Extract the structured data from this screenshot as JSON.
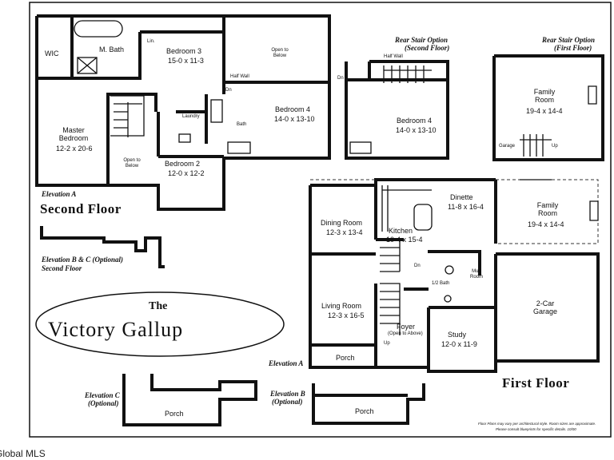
{
  "logo": {
    "the": "The",
    "name": "Victory Gallup"
  },
  "floors": {
    "second": "Second Floor",
    "first": "First Floor"
  },
  "rooms": {
    "wic": "WIC",
    "m_bath": "M. Bath",
    "lin": "Lin.",
    "bedroom3": "Bedroom 3",
    "bedroom3_size": "15-0 x 11-3",
    "open_below": "Open to Below",
    "master": "Master Bedroom",
    "master_size": "12-2 x 20-6",
    "laundry": "Laundry",
    "bath": "Bath",
    "bedroom4": "Bedroom 4",
    "bedroom4_size": "14-0 x 13-10",
    "bedroom2": "Bedroom 2",
    "bedroom2_size": "12-0 x 12-2",
    "half_wall": "Half Wall",
    "dn": "Dn",
    "up": "Up",
    "dining": "Dining Room",
    "dining_size": "12-3 x 13-4",
    "kitchen": "Kitchen",
    "kitchen_size": "10-4 x 15-4",
    "dinette": "Dinette",
    "dinette_size": "11-8 x 16-4",
    "family": "Family Room",
    "family_size": "19-4 x 14-4",
    "living": "Living Room",
    "living_size": "12-3 x 16-5",
    "foyer": "Foyer",
    "foyer_note": "(Open to Above)",
    "study": "Study",
    "study_size": "12-0 x 11-9",
    "garage": "2-Car Garage",
    "mud_room": "Mud Room",
    "half_bath": "1/2 Bath",
    "porch": "Porch",
    "garage_small": "Garage"
  },
  "labels": {
    "elev_a": "Elevation A",
    "elev_bc": "Elevation B & C (Optional)",
    "elev_bc_sub": "Second Floor",
    "rear_stair_second": "Rear Stair Option",
    "rear_stair_second_sub": "(Second Floor)",
    "rear_stair_first": "Rear Stair Option",
    "rear_stair_first_sub": "(First Floor)",
    "elev_c": "Elevation C",
    "elev_c_sub": "(Optional)",
    "elev_b": "Elevation B",
    "elev_b_sub": "(Optional)"
  },
  "note": {
    "line1": "Floor Plans may vary per architectural style. Room sizes are approximate.",
    "line2": "Please consult blueprints for specific details. 10/00"
  },
  "watermark": "Global MLS"
}
